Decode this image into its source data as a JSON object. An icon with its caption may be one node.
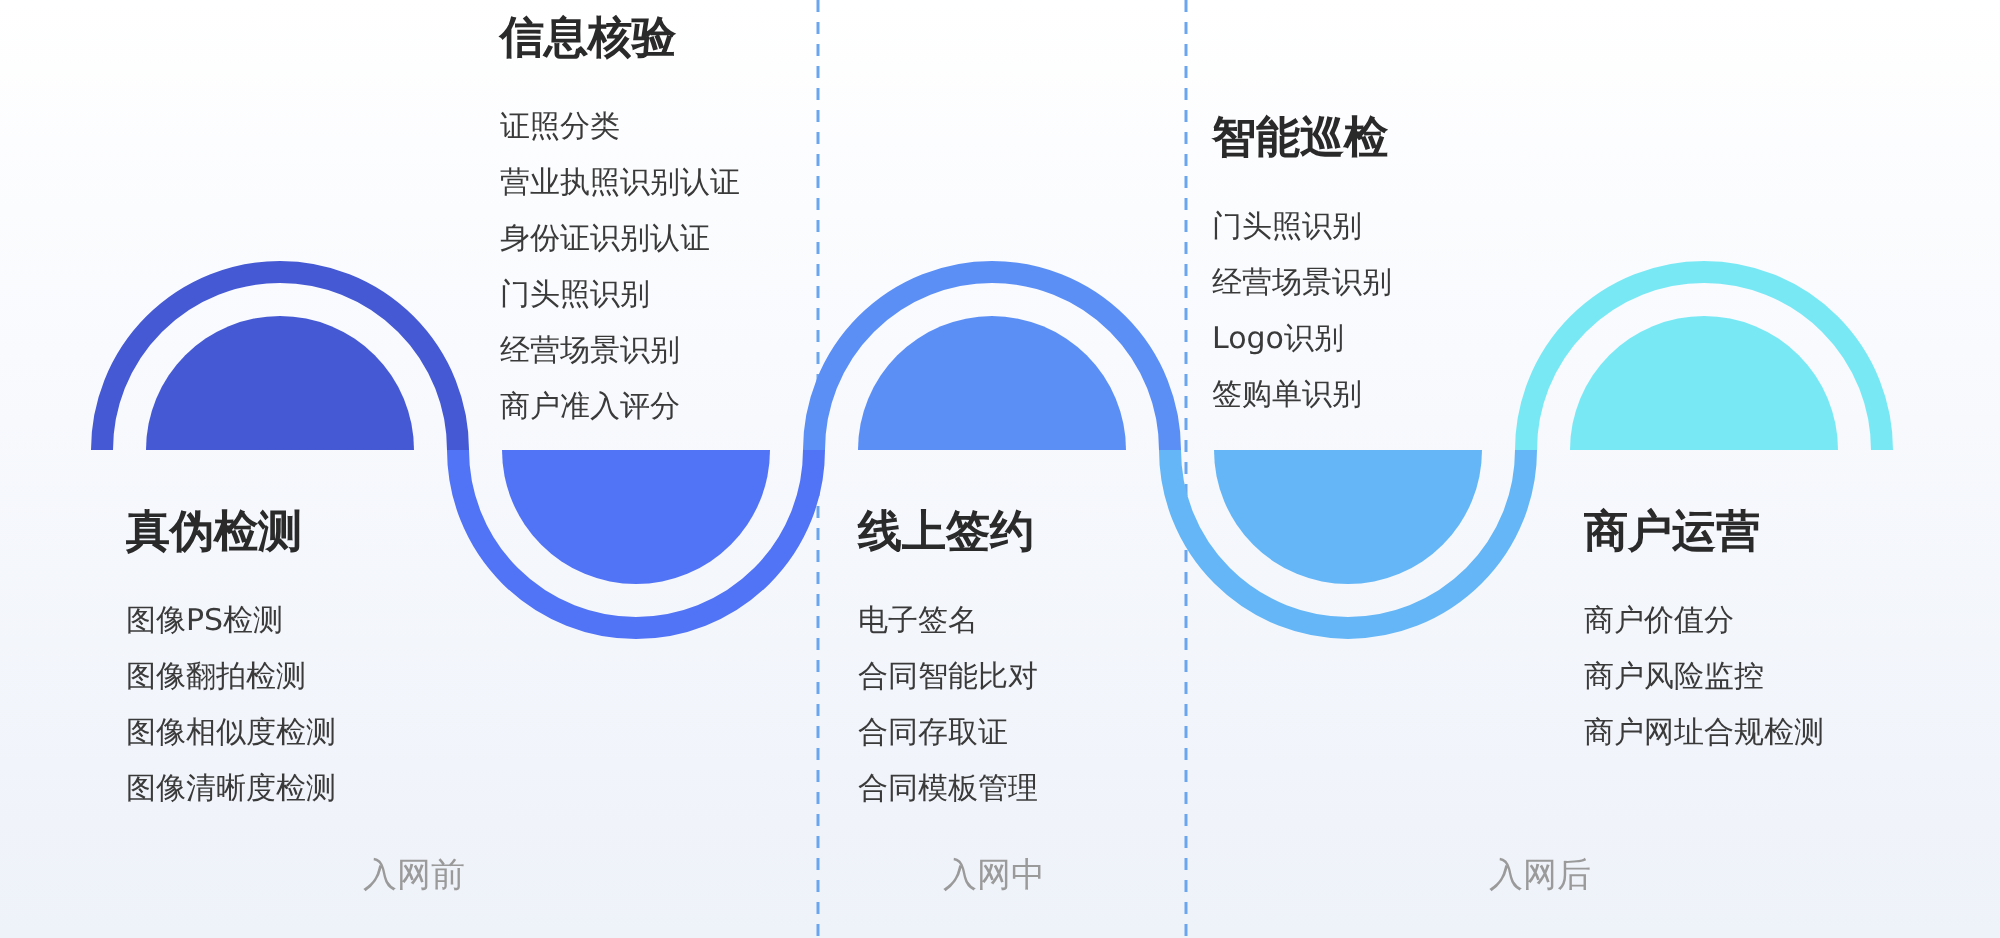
{
  "diagram": {
    "nodes": [
      {
        "text": [
          "真伪检测",
          "图像PS检测",
          "图像翻拍检测",
          "图像相似度检测",
          "图像清晰度检测"
        ]
      },
      {
        "text": [
          "信息核验",
          "证照分类",
          "营业执照识别认证",
          "身份证识别认证",
          "门头照识别",
          "经营场景识别",
          "商户准入评分"
        ]
      },
      {
        "text": [
          "线上签约",
          "电子签名",
          "合同智能比对",
          "合同存取证",
          "合同模板管理"
        ]
      },
      {
        "text": [
          "智能巡检",
          "门头照识别",
          "经营场景识别",
          "Logo识别",
          "签购单识别"
        ]
      },
      {
        "text": [
          "商户运营",
          "商户价值分",
          "商户风险监控",
          "商户网址合规检测"
        ]
      }
    ],
    "labels": [
      "入网前",
      "入网中",
      "入网后"
    ]
  }
}
